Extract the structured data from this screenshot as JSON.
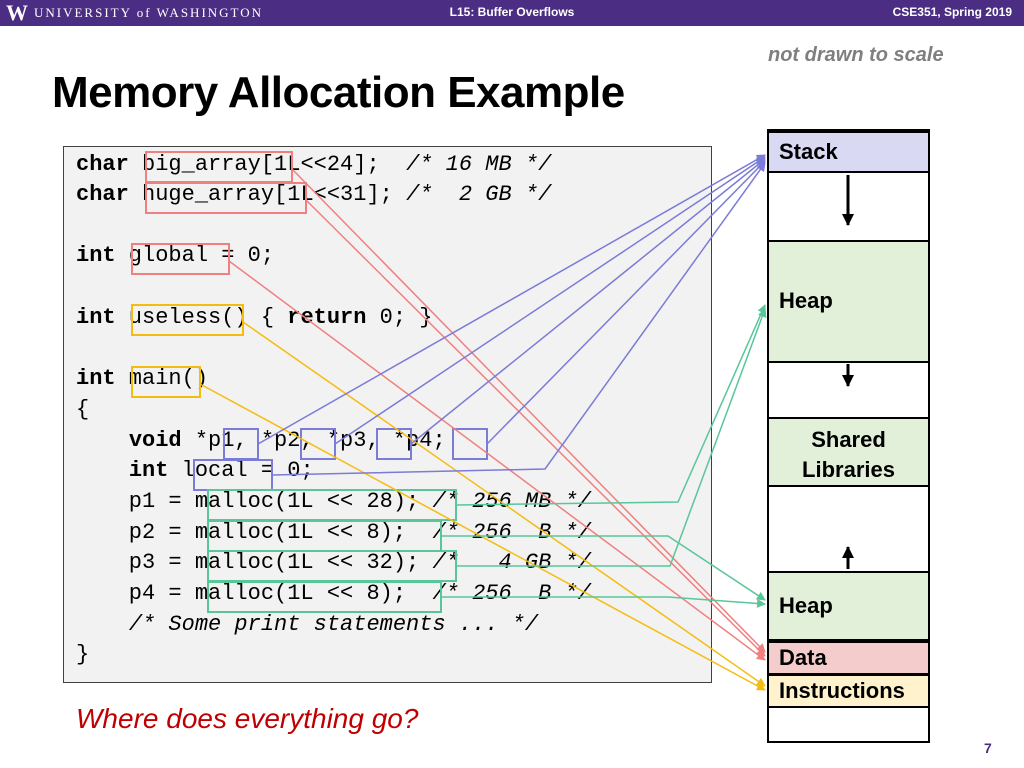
{
  "header": {
    "logo": "W",
    "university": "UNIVERSITY of WASHINGTON",
    "lecture": "L15: Buffer Overflows",
    "course": "CSE351, Spring 2019"
  },
  "slide": {
    "title": "Memory Allocation Example",
    "scale_note": "not drawn to scale",
    "question": "Where does everything go?",
    "page_number": "7"
  },
  "code_lines": [
    [
      {
        "t": "char",
        "c": "kw"
      },
      {
        "t": " big_array[1L<<24];  "
      },
      {
        "t": "/* 16 MB */",
        "c": "cmt"
      }
    ],
    [
      {
        "t": "char",
        "c": "kw"
      },
      {
        "t": " huge_array[1L<<31]; "
      },
      {
        "t": "/*  2 GB */",
        "c": "cmt"
      }
    ],
    [
      {
        "t": ""
      }
    ],
    [
      {
        "t": "int",
        "c": "kw"
      },
      {
        "t": " global = 0;"
      }
    ],
    [
      {
        "t": ""
      }
    ],
    [
      {
        "t": "int",
        "c": "kw"
      },
      {
        "t": " useless() { "
      },
      {
        "t": "return",
        "c": "kw"
      },
      {
        "t": " 0; }"
      }
    ],
    [
      {
        "t": ""
      }
    ],
    [
      {
        "t": "int",
        "c": "kw"
      },
      {
        "t": " main()"
      }
    ],
    [
      {
        "t": "{"
      }
    ],
    [
      {
        "t": "    "
      },
      {
        "t": "void",
        "c": "kw"
      },
      {
        "t": " *p1, *p2, *p3, *p4;"
      }
    ],
    [
      {
        "t": "    "
      },
      {
        "t": "int",
        "c": "kw"
      },
      {
        "t": " local = 0;"
      }
    ],
    [
      {
        "t": "    p1 = malloc(1L << 28); "
      },
      {
        "t": "/* 256 MB */",
        "c": "cmt"
      }
    ],
    [
      {
        "t": "    p2 = malloc(1L << 8);  "
      },
      {
        "t": "/* 256  B */",
        "c": "cmt"
      }
    ],
    [
      {
        "t": "    p3 = malloc(1L << 32); "
      },
      {
        "t": "/*   4 GB */",
        "c": "cmt"
      }
    ],
    [
      {
        "t": "    p4 = malloc(1L << 8);  "
      },
      {
        "t": "/* 256  B */",
        "c": "cmt"
      }
    ],
    [
      {
        "t": "    "
      },
      {
        "t": "/* Some print statements ... */",
        "c": "cmt"
      }
    ],
    [
      {
        "t": "}"
      }
    ]
  ],
  "memory": {
    "stack": "Stack",
    "heap_top": "Heap",
    "shared_libs": "Shared Libraries",
    "heap_bottom": "Heap",
    "data": "Data",
    "instructions": "Instructions"
  },
  "colors": {
    "header_purple": "#4b2e83",
    "arrow_red": "#f08080",
    "arrow_blue": "#7b7bd8",
    "arrow_yellow": "#f5bc10",
    "arrow_green": "#59c69a",
    "question_red": "#c00000"
  }
}
